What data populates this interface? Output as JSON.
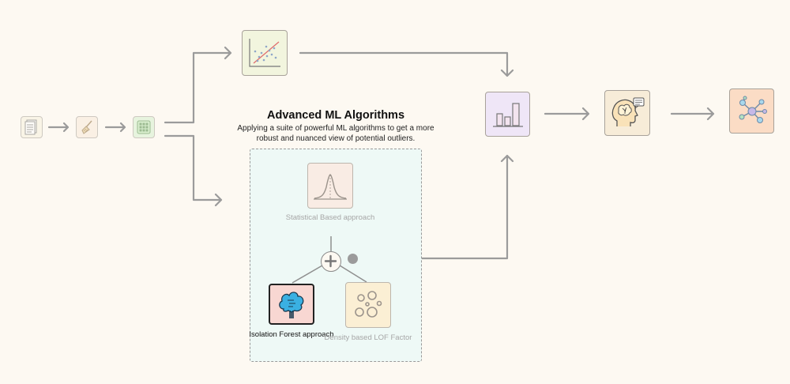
{
  "diagram": {
    "section_title": "Advanced ML Algorithms",
    "section_subtitle": "Applying a suite of powerful ML algorithms to get a more robust and nuanced view of potential outliers.",
    "nodes": {
      "statistical": {
        "label": "Statistical Based approach"
      },
      "isolation_forest": {
        "label": "Isolation Forest approach"
      },
      "density": {
        "label": "Density based LOF Factor"
      }
    },
    "icons": [
      "document-icon",
      "broom-icon",
      "grid-icon",
      "scatter-plot-icon",
      "bar-chart-icon",
      "brain-idea-icon",
      "network-icon",
      "bell-curve-icon",
      "isolation-forest-icon",
      "bubbles-icon",
      "plus-icon"
    ],
    "colors": {
      "connector": "#9b9b9b",
      "dashed_panel_bg": "#eef9f6",
      "statistical_bg": "#f9ece4",
      "isolation_bg": "#f8d7d2",
      "isolation_icon": "#3ab0e2",
      "density_bg": "#fbefd4",
      "scatter_bg": "#f2f5de",
      "bar_bg": "#efe6f7",
      "brain_bg": "#f7ecd8",
      "network_bg": "#fbdcc5"
    }
  }
}
